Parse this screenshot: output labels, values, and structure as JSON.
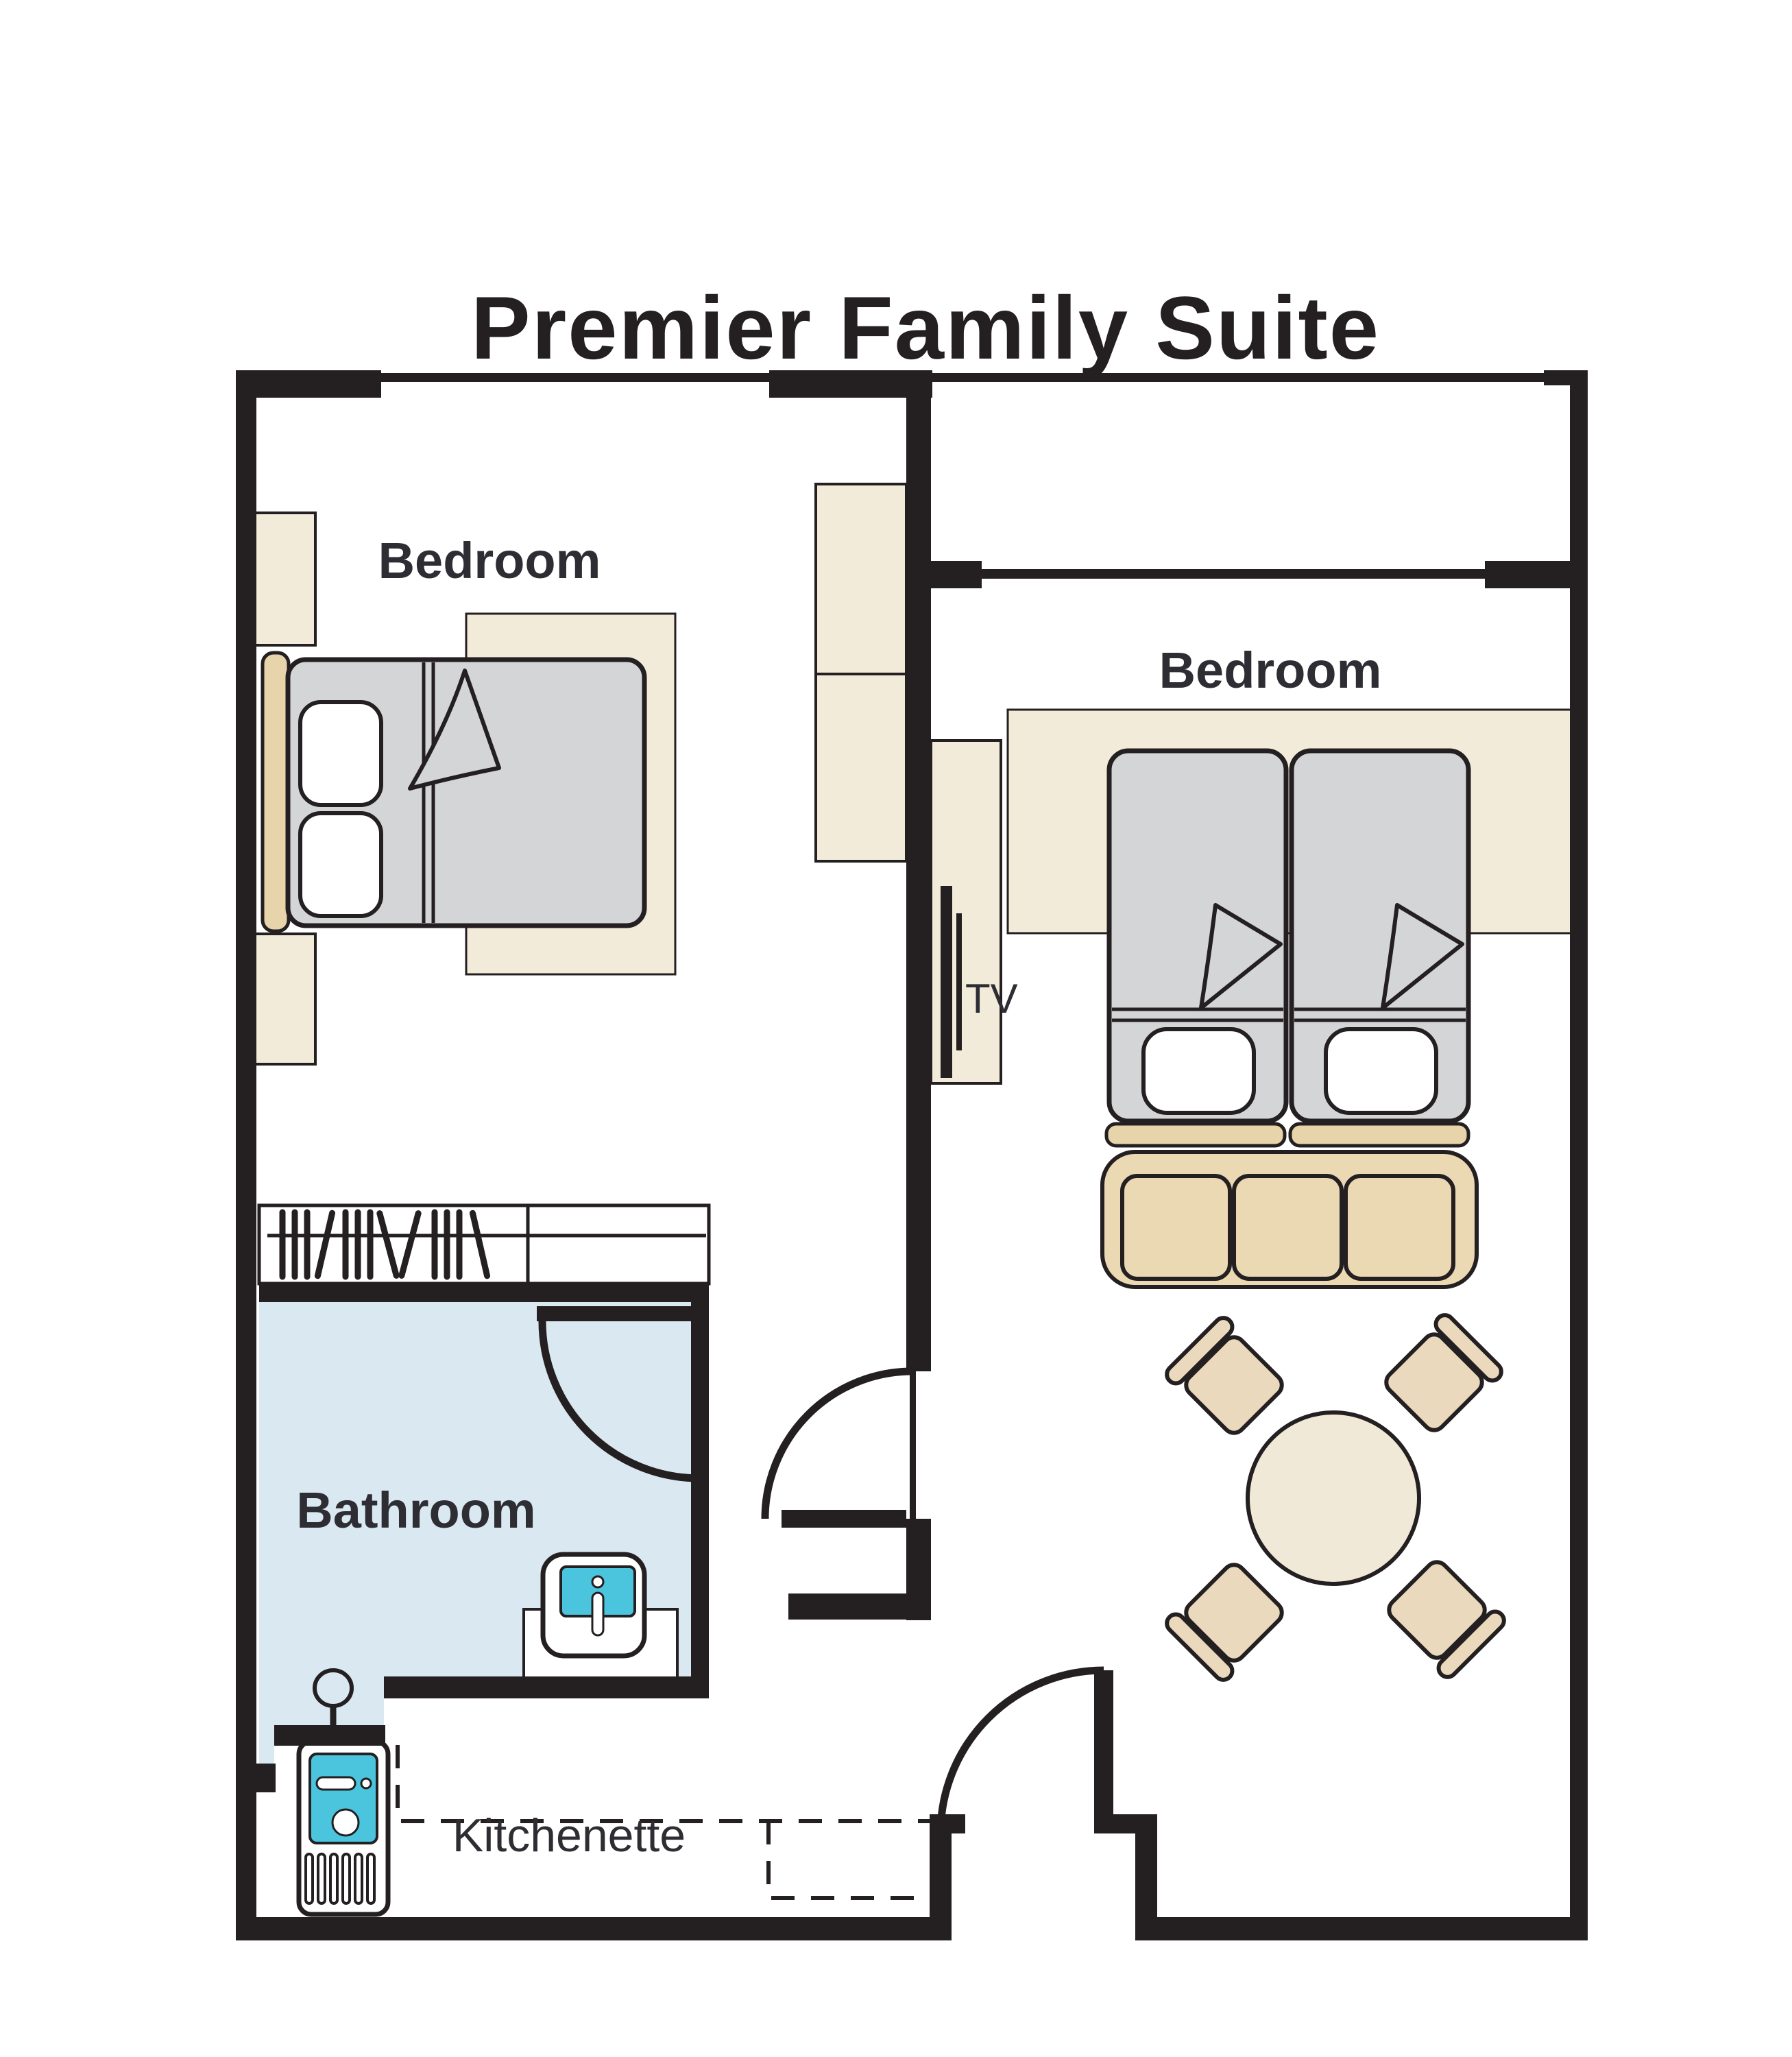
{
  "title": "Premier Family Suite",
  "rooms": {
    "bedroom_left": {
      "label": "Bedroom"
    },
    "bedroom_right": {
      "label": "Bedroom"
    },
    "bathroom": {
      "label": "Bathroom"
    },
    "kitchenette": {
      "label": "Kitchenette"
    }
  },
  "furniture": {
    "tv_label": "TV"
  },
  "colors": {
    "ink": "#241f20",
    "label": "#2e2d33",
    "white": "#ffffff",
    "bath": "#d9e8f1",
    "teal": "#4bc4de",
    "beige": "#f2ebda",
    "tan": "#e7d4ab",
    "sofa": "#ebd9b3",
    "chair": "#ead9bc",
    "cream": "#f1e9d8",
    "gray": "#d4d5d7"
  }
}
